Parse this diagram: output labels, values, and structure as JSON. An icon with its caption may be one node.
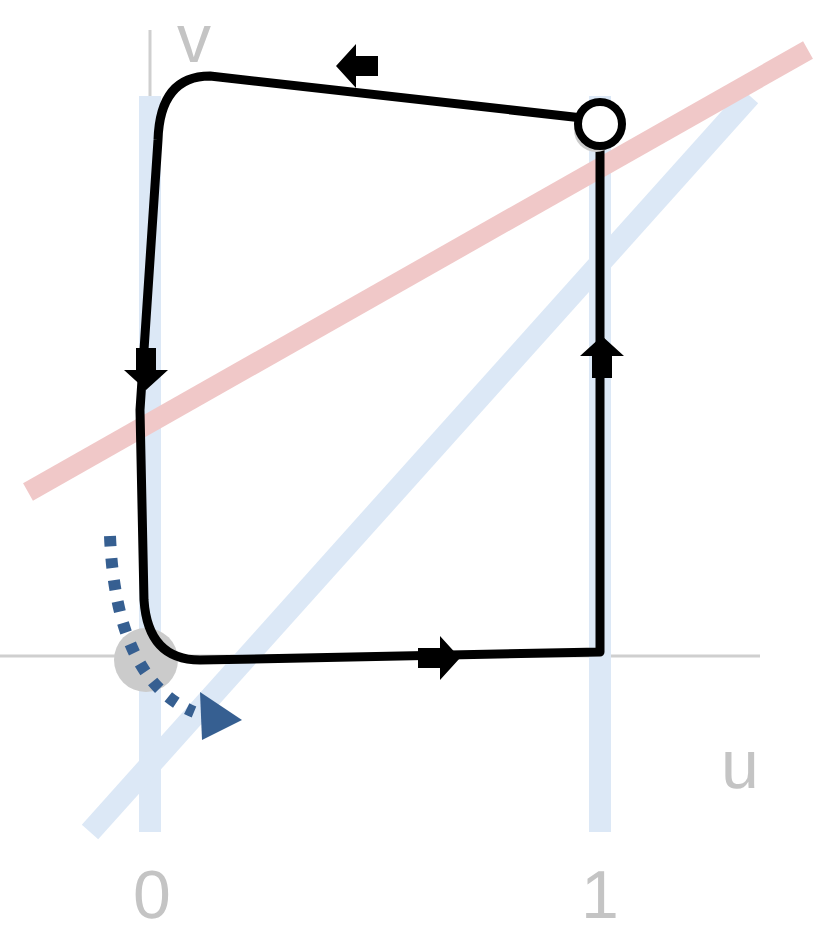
{
  "diagram": {
    "labels": [
      "v",
      "u",
      "0",
      "1"
    ]
  }
}
